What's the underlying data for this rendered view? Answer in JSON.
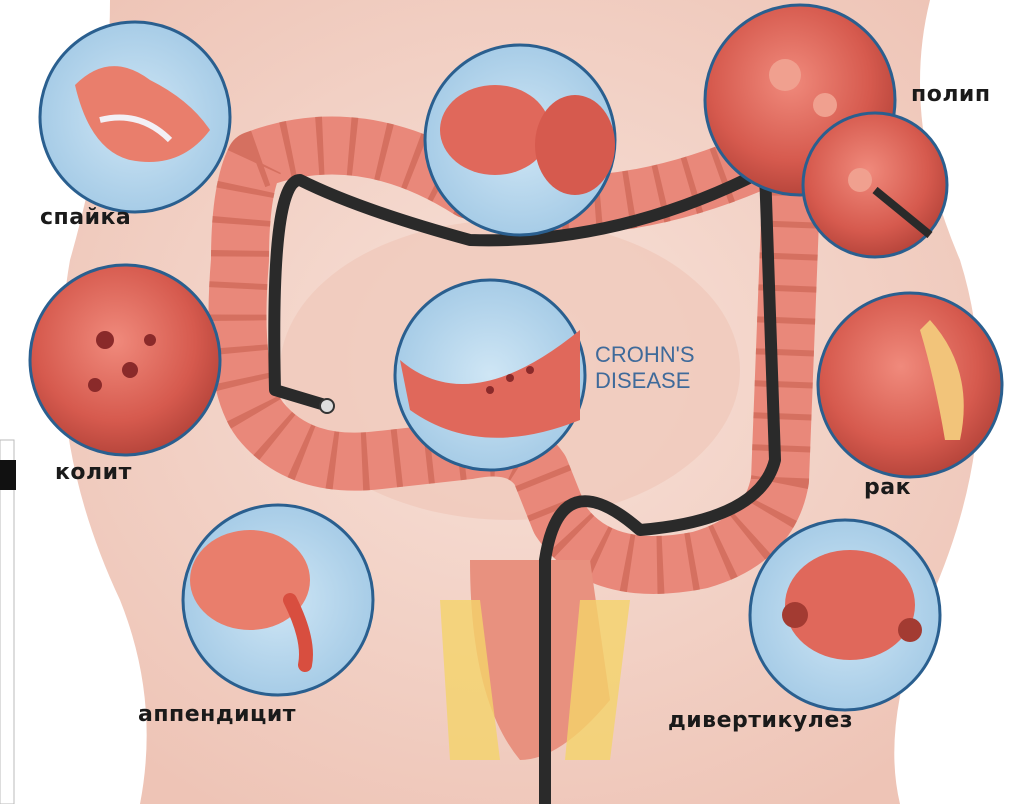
{
  "labels": {
    "adhesion": "спайка",
    "colitis": "колит",
    "appendicitis": "аппендицит",
    "polyp": "полип",
    "cancer": "рак",
    "diverticulosis": "дивертикулез"
  },
  "crohn": {
    "line1": "CROHN'S",
    "line2": "DISEASE"
  },
  "colors": {
    "skin": "#f4d7cc",
    "colon": "#e98b78",
    "colon_dark": "#c65f4f",
    "inset_border": "#2a5f8f",
    "endoscope": "#2a2a2a",
    "crohn_text": "#3f6a9a"
  }
}
